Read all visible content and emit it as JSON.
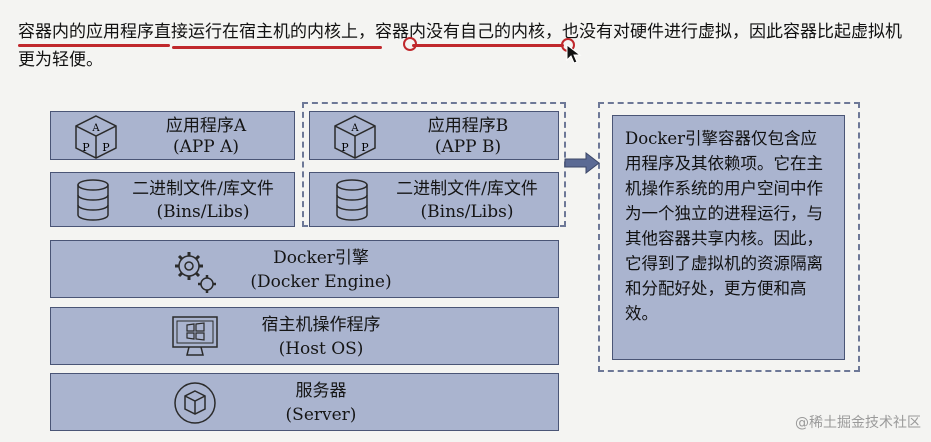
{
  "caption": {
    "text": "容器内的应用程序直接运行在宿主机的内核上，容器内没有自己的内核，也没有对硬件进行虚拟，因此容器比起虚拟机更为轻便。"
  },
  "diagram": {
    "app_a": {
      "title": "应用程序A",
      "sub": "(APP A)"
    },
    "app_b": {
      "title": "应用程序B",
      "sub": "(APP B)"
    },
    "libs_a": {
      "title": "二进制文件/库文件",
      "sub": "(Bins/Libs)"
    },
    "libs_b": {
      "title": "二进制文件/库文件",
      "sub": "(Bins/Libs)"
    },
    "engine": {
      "title": "Docker引擎",
      "sub": "(Docker Engine)"
    },
    "host_os": {
      "title": "宿主机操作程序",
      "sub": "(Host OS)"
    },
    "server": {
      "title": "服务器",
      "sub": "(Server)"
    },
    "note": "Docker引擎容器仅包含应用程序及其依赖项。它在主机操作系统的用户空间中作为一个独立的进程运行，与其他容器共享内核。因此，它得到了虚拟机的资源隔离和分配好处，更方便和高效。"
  },
  "icons": {
    "app": "cube-app-icon",
    "libs": "database-icon",
    "engine": "gears-icon",
    "os": "monitor-windows-icon",
    "server": "cube-circle-icon",
    "arrow": "arrow-right-icon",
    "cursor": "mouse-pointer-icon"
  },
  "colors": {
    "box_fill": "#aab4cf",
    "box_border": "#4a5576",
    "underline": "#c0282c"
  },
  "watermark": "@稀土掘金技术社区"
}
